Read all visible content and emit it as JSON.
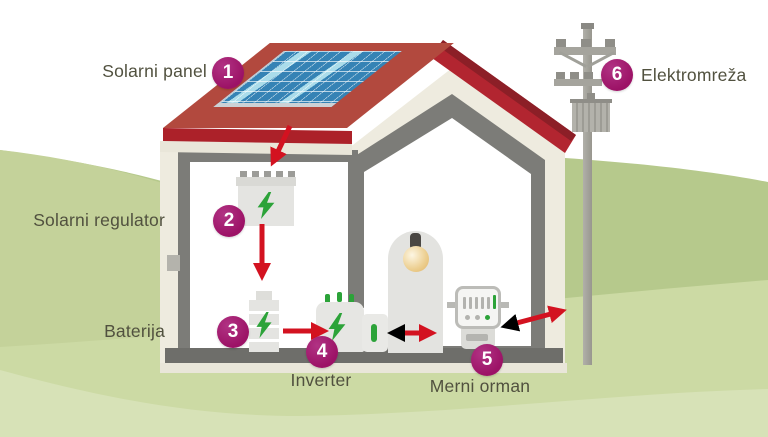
{
  "diagram": {
    "items": [
      {
        "number": "1",
        "label": "Solarni panel"
      },
      {
        "number": "2",
        "label": "Solarni regulator"
      },
      {
        "number": "3",
        "label": "Baterija"
      },
      {
        "number": "4",
        "label": "Inverter"
      },
      {
        "number": "5",
        "label": "Merni orman"
      },
      {
        "number": "6",
        "label": "Elektromreža"
      }
    ]
  },
  "colors": {
    "badge": "#9c1266",
    "arrow": "#d31220",
    "bolt": "#2ca339",
    "panel": "#3583b5",
    "roof": "#b2493e",
    "ground": "#b6c98c",
    "accent_text": "#51513f"
  }
}
